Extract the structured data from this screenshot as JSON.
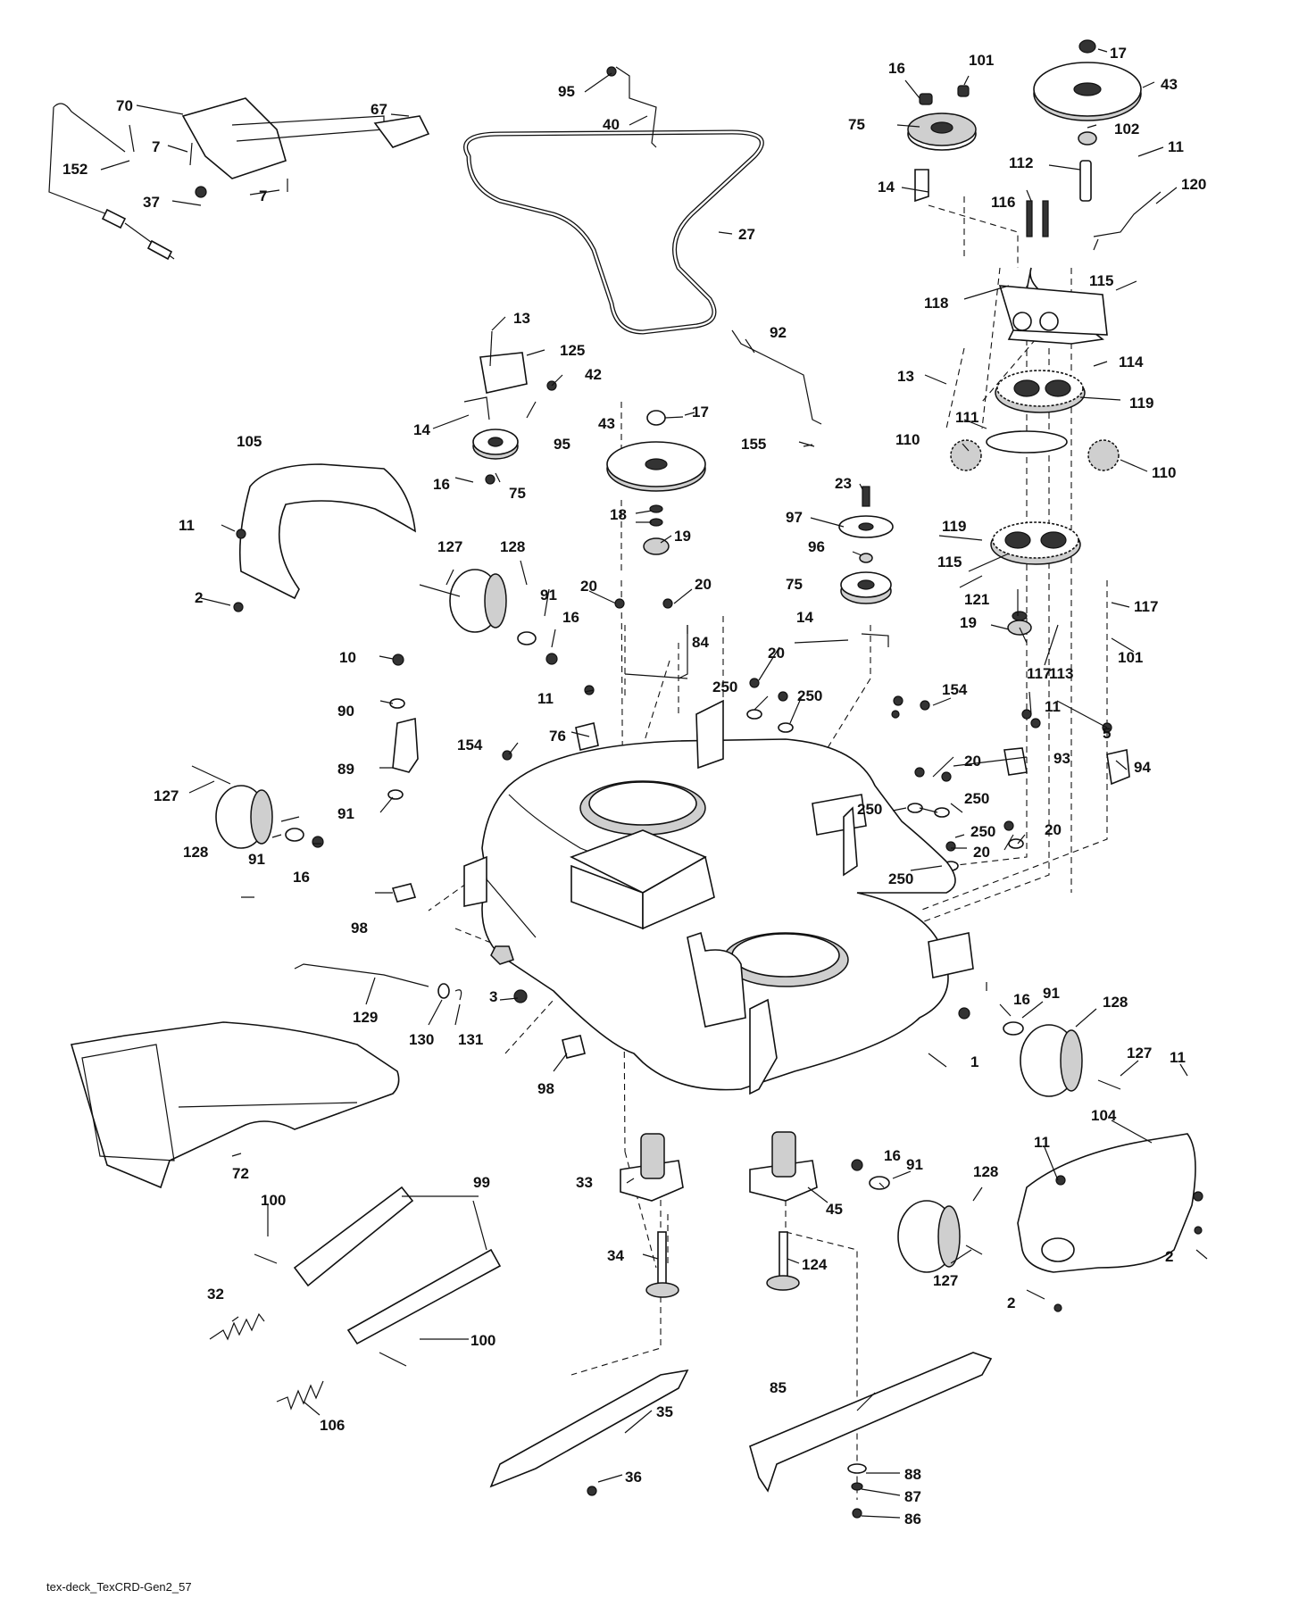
{
  "footer": "tex-deck_TexCRD-Gen2_57",
  "callouts": [
    {
      "id": "c70",
      "text": "70"
    },
    {
      "id": "c67",
      "text": "67"
    },
    {
      "id": "c7a",
      "text": "7"
    },
    {
      "id": "c7b",
      "text": "7"
    },
    {
      "id": "c152",
      "text": "152"
    },
    {
      "id": "c37",
      "text": "37"
    },
    {
      "id": "c95a",
      "text": "95"
    },
    {
      "id": "c40",
      "text": "40"
    },
    {
      "id": "c27",
      "text": "27"
    },
    {
      "id": "c16a",
      "text": "16"
    },
    {
      "id": "c101a",
      "text": "101"
    },
    {
      "id": "c17a",
      "text": "17"
    },
    {
      "id": "c43a",
      "text": "43"
    },
    {
      "id": "c75a",
      "text": "75"
    },
    {
      "id": "c102",
      "text": "102"
    },
    {
      "id": "c11a",
      "text": "11"
    },
    {
      "id": "c112",
      "text": "112"
    },
    {
      "id": "c14a",
      "text": "14"
    },
    {
      "id": "c116",
      "text": "116"
    },
    {
      "id": "c120",
      "text": "120"
    },
    {
      "id": "c115a",
      "text": "115"
    },
    {
      "id": "c118",
      "text": "118"
    },
    {
      "id": "c13a",
      "text": "13"
    },
    {
      "id": "c125",
      "text": "125"
    },
    {
      "id": "c42",
      "text": "42"
    },
    {
      "id": "c92",
      "text": "92"
    },
    {
      "id": "c13b",
      "text": "13"
    },
    {
      "id": "c114",
      "text": "114"
    },
    {
      "id": "c119a",
      "text": "119"
    },
    {
      "id": "c14b",
      "text": "14"
    },
    {
      "id": "c95b",
      "text": "95"
    },
    {
      "id": "c43b",
      "text": "43"
    },
    {
      "id": "c17b",
      "text": "17"
    },
    {
      "id": "c155",
      "text": "155"
    },
    {
      "id": "c111",
      "text": "111"
    },
    {
      "id": "c110a",
      "text": "110"
    },
    {
      "id": "c110b",
      "text": "110"
    },
    {
      "id": "c105",
      "text": "105"
    },
    {
      "id": "c16b",
      "text": "16"
    },
    {
      "id": "c75b",
      "text": "75"
    },
    {
      "id": "c23",
      "text": "23"
    },
    {
      "id": "c18",
      "text": "18"
    },
    {
      "id": "c97",
      "text": "97"
    },
    {
      "id": "c11b",
      "text": "11"
    },
    {
      "id": "c19a",
      "text": "19"
    },
    {
      "id": "c96",
      "text": "96"
    },
    {
      "id": "c119b",
      "text": "119"
    },
    {
      "id": "c127a",
      "text": "127"
    },
    {
      "id": "c128a",
      "text": "128"
    },
    {
      "id": "c115b",
      "text": "115"
    },
    {
      "id": "c20a",
      "text": "20"
    },
    {
      "id": "c20b",
      "text": "20"
    },
    {
      "id": "c75c",
      "text": "75"
    },
    {
      "id": "c2a",
      "text": "2"
    },
    {
      "id": "c91a",
      "text": "91"
    },
    {
      "id": "c16c",
      "text": "16"
    },
    {
      "id": "c121",
      "text": "121"
    },
    {
      "id": "c117a",
      "text": "117"
    },
    {
      "id": "c14c",
      "text": "14"
    },
    {
      "id": "c19b",
      "text": "19"
    },
    {
      "id": "c84",
      "text": "84"
    },
    {
      "id": "c101b",
      "text": "101"
    },
    {
      "id": "c10",
      "text": "10"
    },
    {
      "id": "c117b",
      "text": "117"
    },
    {
      "id": "c113",
      "text": "113"
    },
    {
      "id": "c20c",
      "text": "20"
    },
    {
      "id": "c11c",
      "text": "11"
    },
    {
      "id": "c250a",
      "text": "250"
    },
    {
      "id": "c250b",
      "text": "250"
    },
    {
      "id": "c154a",
      "text": "154"
    },
    {
      "id": "c90",
      "text": "90"
    },
    {
      "id": "c11d",
      "text": "11"
    },
    {
      "id": "c5",
      "text": "5"
    },
    {
      "id": "c89",
      "text": "89"
    },
    {
      "id": "c76",
      "text": "76"
    },
    {
      "id": "c154b",
      "text": "154"
    },
    {
      "id": "c93",
      "text": "93"
    },
    {
      "id": "c94",
      "text": "94"
    },
    {
      "id": "c20d",
      "text": "20"
    },
    {
      "id": "c91b",
      "text": "91"
    },
    {
      "id": "c127b",
      "text": "127"
    },
    {
      "id": "c250c",
      "text": "250"
    },
    {
      "id": "c250d",
      "text": "250"
    },
    {
      "id": "c250e",
      "text": "250"
    },
    {
      "id": "c20e",
      "text": "20"
    },
    {
      "id": "c128b",
      "text": "128"
    },
    {
      "id": "c91c",
      "text": "91"
    },
    {
      "id": "c16d",
      "text": "16"
    },
    {
      "id": "c20f",
      "text": "20"
    },
    {
      "id": "c250f",
      "text": "250"
    },
    {
      "id": "c98a",
      "text": "98"
    },
    {
      "id": "c3",
      "text": "3"
    },
    {
      "id": "c129",
      "text": "129"
    },
    {
      "id": "c16e",
      "text": "16"
    },
    {
      "id": "c91d",
      "text": "91"
    },
    {
      "id": "c128c",
      "text": "128"
    },
    {
      "id": "c130",
      "text": "130"
    },
    {
      "id": "c131",
      "text": "131"
    },
    {
      "id": "c127c",
      "text": "127"
    },
    {
      "id": "c11e",
      "text": "11"
    },
    {
      "id": "c1",
      "text": "1"
    },
    {
      "id": "c98b",
      "text": "98"
    },
    {
      "id": "c104",
      "text": "104"
    },
    {
      "id": "c72",
      "text": "72"
    },
    {
      "id": "c16f",
      "text": "16"
    },
    {
      "id": "c91e",
      "text": "91"
    },
    {
      "id": "c11f",
      "text": "11"
    },
    {
      "id": "c128d",
      "text": "128"
    },
    {
      "id": "c33",
      "text": "33"
    },
    {
      "id": "c45",
      "text": "45"
    },
    {
      "id": "c99",
      "text": "99"
    },
    {
      "id": "c100a",
      "text": "100"
    },
    {
      "id": "c2b",
      "text": "2"
    },
    {
      "id": "c34",
      "text": "34"
    },
    {
      "id": "c124",
      "text": "124"
    },
    {
      "id": "c127d",
      "text": "127"
    },
    {
      "id": "c2c",
      "text": "2"
    },
    {
      "id": "c32",
      "text": "32"
    },
    {
      "id": "c100b",
      "text": "100"
    },
    {
      "id": "c85",
      "text": "85"
    },
    {
      "id": "c106",
      "text": "106"
    },
    {
      "id": "c35",
      "text": "35"
    },
    {
      "id": "c36",
      "text": "36"
    },
    {
      "id": "c88",
      "text": "88"
    },
    {
      "id": "c87",
      "text": "87"
    },
    {
      "id": "c86",
      "text": "86"
    }
  ]
}
